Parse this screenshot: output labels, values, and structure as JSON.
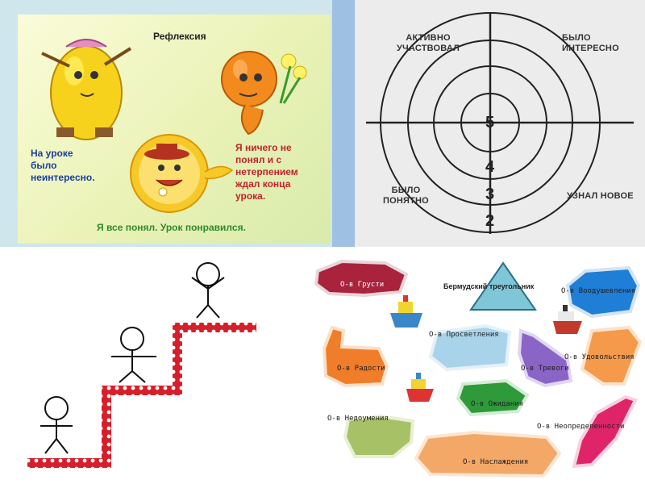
{
  "panel1": {
    "title": "Рефлексия",
    "left_text": "На уроке\nбыло\nнеинтересно.",
    "right_text": "Я ничего не\nпонял и с\nнетерпением\nждал конца\nурока.",
    "bottom_text": "Я все понял. Урок понравился."
  },
  "panel2": {
    "q_top_left": "АКТИВНО\nУЧАСТВОВАЛ",
    "q_top_right": "БЫЛО\nИНТЕРЕСНО",
    "q_bottom_left": "БЫЛО\nПОНЯТНО",
    "q_bottom_right": "УЗНАЛ НОВОЕ",
    "numbers": [
      "5",
      "4",
      "3",
      "2"
    ]
  },
  "panel4": {
    "islands": [
      "О-в Грусти",
      "Бермудский треугольник",
      "О-в Воодушевления",
      "О-в Просветления",
      "О-в Радости",
      "О-в Удовольствия",
      "О-в Тревоги",
      "О-в Ожидания",
      "О-в Недоумения",
      "О-в Неопределенности",
      "О-в Наслаждения"
    ]
  },
  "colors": {
    "grusti": "#a8233b",
    "triangle": "#7fc6d8",
    "voodush": "#1f7ed6",
    "prosvet": "#a9d3ea",
    "radosti": "#f07d2a",
    "udovol": "#f59a4a",
    "trevogi": "#8b64c8",
    "ozhid": "#2e9a3a",
    "nedoum": "#a7c266",
    "neopr": "#e0246a",
    "naslazh": "#f3a868"
  }
}
